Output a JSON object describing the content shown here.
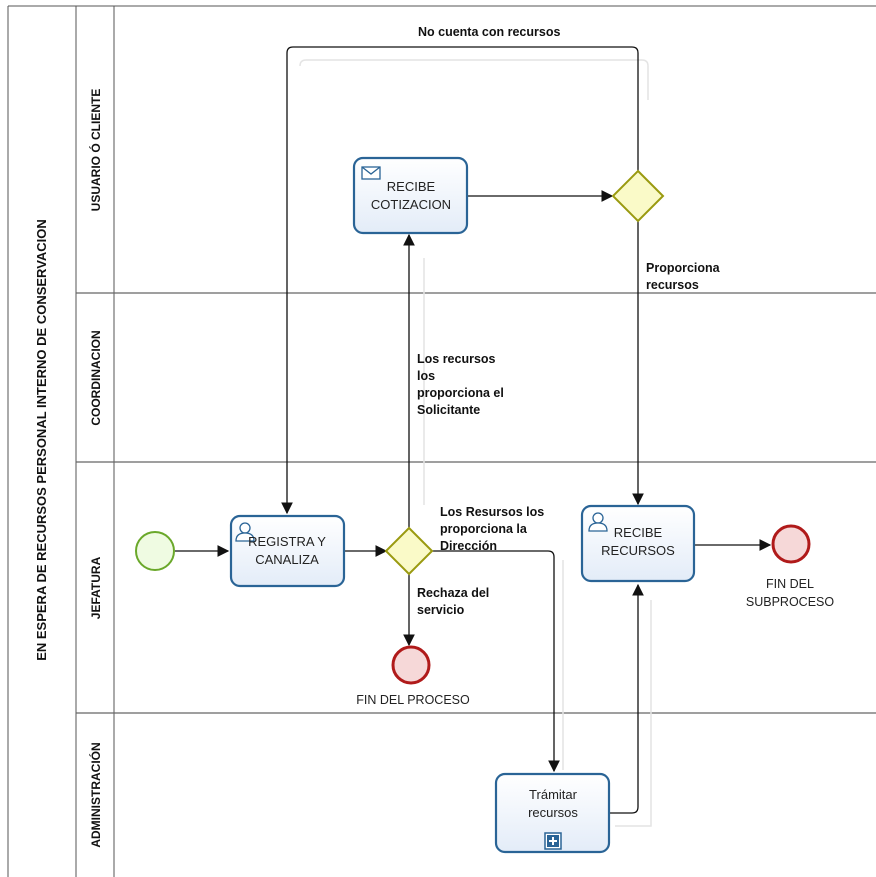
{
  "pool": {
    "title": "EN ESPERA DE RECURSOS PERSONAL INTERNO DE CONSERVACION"
  },
  "lanes": [
    {
      "id": "usuario",
      "title": "USUARIO Ó CLIENTE"
    },
    {
      "id": "coordinacion",
      "title": "COORDINACION"
    },
    {
      "id": "jefatura",
      "title": "JEFATURA"
    },
    {
      "id": "administracion",
      "title": "ADMINISTRACIÓN"
    }
  ],
  "tasks": {
    "recibe_cotizacion": {
      "line1": "RECIBE",
      "line2": "COTIZACION",
      "icon": "envelope-icon"
    },
    "registra_canaliza": {
      "line1": "REGISTRA  Y",
      "line2": "CANALIZA",
      "icon": "user-icon"
    },
    "recibe_recursos": {
      "line1": "RECIBE",
      "line2": "RECURSOS",
      "icon": "user-icon"
    },
    "tramitar_recursos": {
      "line1": "Trámitar",
      "line2": "recursos",
      "icon": "subprocess-plus-icon"
    }
  },
  "events": {
    "fin_proceso": {
      "label": "FIN DEL PROCESO"
    },
    "fin_subproceso": {
      "line1": "FIN DEL",
      "line2": "SUBPROCESO"
    }
  },
  "flows": {
    "no_cuenta": "No cuenta con recursos",
    "proporciona": {
      "line1": "Proporciona",
      "line2": "recursos"
    },
    "solicitante": {
      "line1": "Los recursos",
      "line2": "los",
      "line3": "proporciona el",
      "line4": "Solicitante"
    },
    "direccion": {
      "line1": "Los Resursos los",
      "line2": "proporciona la",
      "line3": "Dirección"
    },
    "rechaza": {
      "line1": "Rechaza del",
      "line2": "servicio"
    }
  },
  "colors": {
    "task_stroke": "#2a6496",
    "task_fill": "#eef3fa",
    "gateway_stroke": "#9a9a10",
    "gateway_fill": "#fafac8",
    "start_stroke": "#6aa82a",
    "start_fill": "#effbe2",
    "end_stroke": "#b01a1a",
    "end_fill": "#f6d8d8",
    "lane_line": "#555555"
  }
}
